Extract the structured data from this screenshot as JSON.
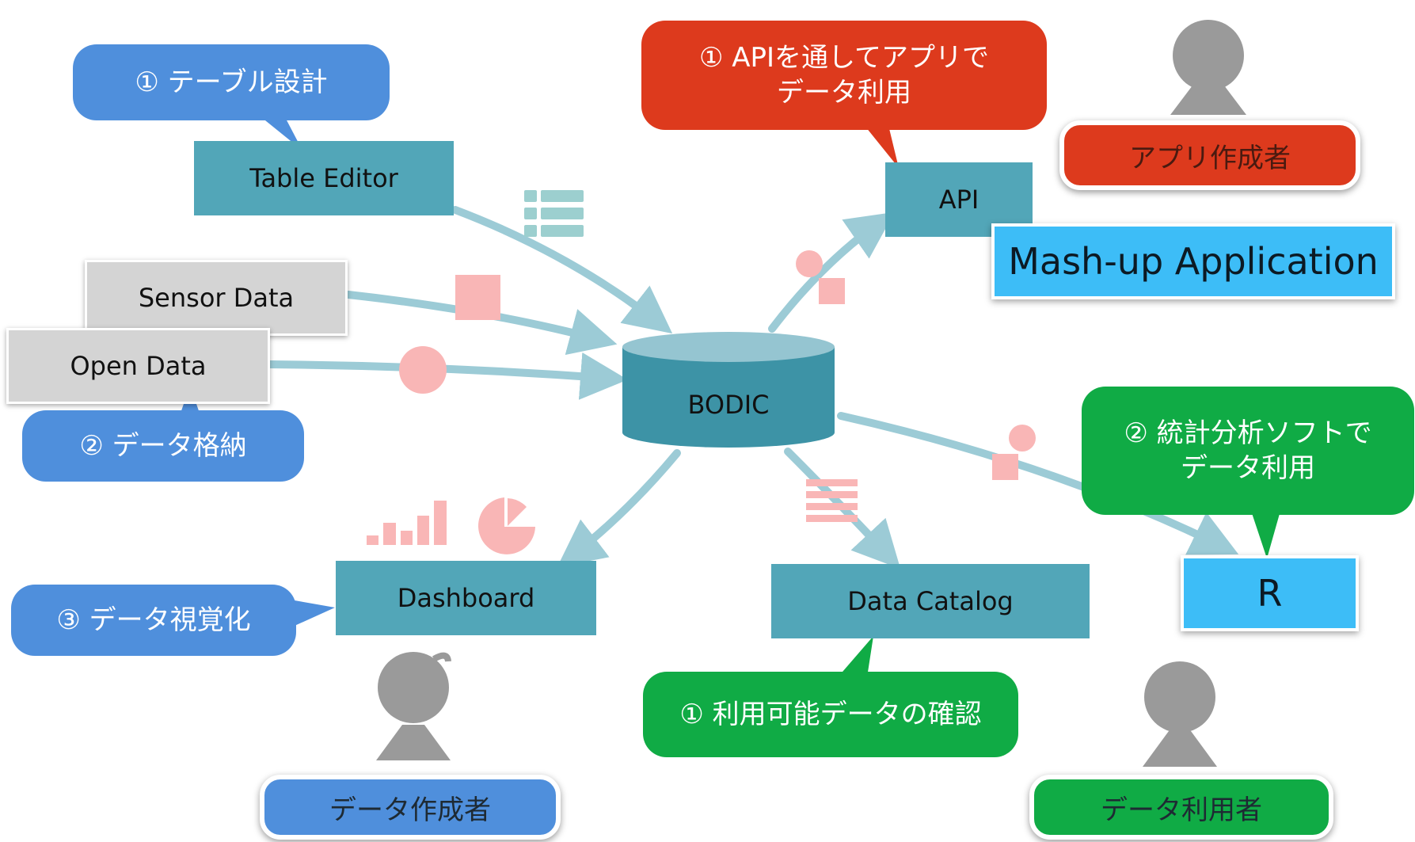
{
  "nodes": {
    "table_editor": "Table Editor",
    "sensor_data": "Sensor Data",
    "open_data": "Open Data",
    "api": "API",
    "mashup": "Mash-up Application",
    "bodic": "BODIC",
    "dashboard": "Dashboard",
    "data_catalog": "Data Catalog",
    "r": "R"
  },
  "bubbles": {
    "table_design": "① テーブル設計",
    "api_use_line1": "① APIを通してアプリで",
    "api_use_line2": "データ利用",
    "data_store": "② データ格納",
    "stats_line1": "② 統計分析ソフトで",
    "stats_line2": "データ利用",
    "visualize": "③ データ視覚化",
    "catalog_check": "① 利用可能データの確認"
  },
  "roles": {
    "app_creator": "アプリ作成者",
    "data_creator": "データ作成者",
    "data_user": "データ利用者"
  },
  "colors": {
    "teal": "#52a6b8",
    "arrow": "#9ccbd6",
    "pink": "#f9b6b6",
    "blue": "#4f8fdc",
    "red": "#dd3a1d",
    "green": "#10ab45",
    "sky": "#3dbdf7",
    "person": "#9a9a9a"
  }
}
